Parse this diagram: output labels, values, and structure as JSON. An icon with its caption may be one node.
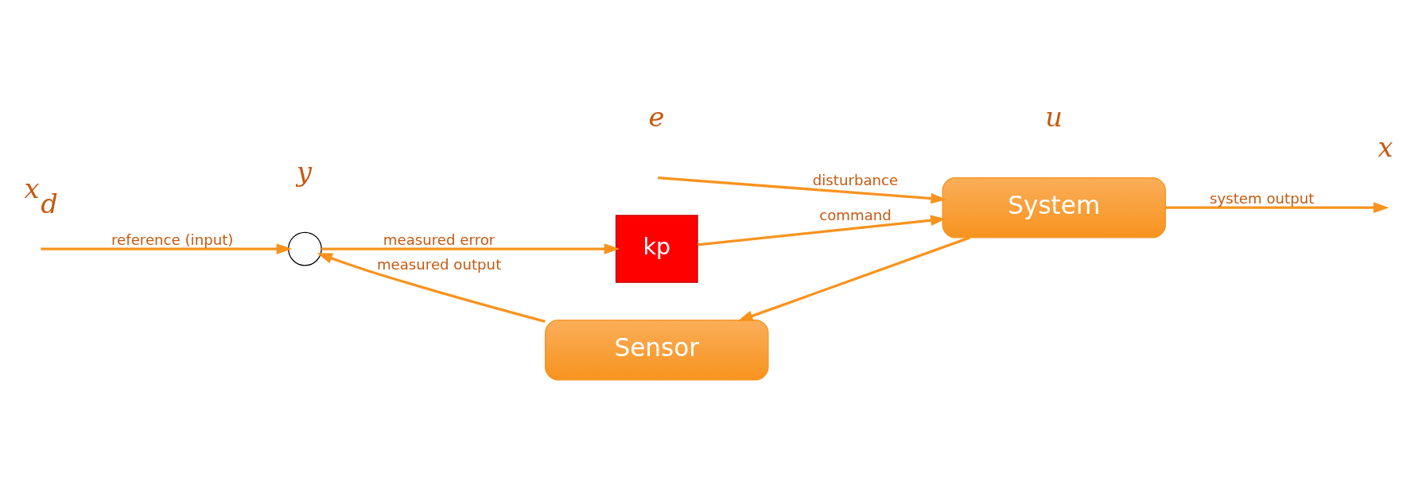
{
  "diagram": {
    "nodes": [
      {
        "text": [],
        "shape": "circle"
      },
      {
        "text": [
          "kp"
        ]
      },
      {
        "text": [
          "System"
        ]
      },
      {
        "text": [
          "Sensor"
        ]
      }
    ],
    "edges": [
      {
        "from": null,
        "to": 0,
        "arrow": "to",
        "label": "reference (input)"
      },
      {
        "from": 0,
        "to": 1,
        "arrow": "to",
        "label": "measured error"
      },
      {
        "from": 1,
        "to": 2,
        "arrow": "to",
        "label": "command"
      },
      {
        "from": null,
        "to": 2,
        "arrow": "to",
        "label": "disturbance"
      },
      {
        "from": 2,
        "to": null,
        "arrow": "to",
        "label": "system output"
      },
      {
        "from": 2,
        "to": 3,
        "arrow": "to"
      },
      {
        "from": 3,
        "to": 0,
        "arrow": "to",
        "label": "measured output"
      }
    ],
    "labels": [
      "x$_{d}$",
      "e",
      "u",
      "x",
      "y"
    ]
  }
}
